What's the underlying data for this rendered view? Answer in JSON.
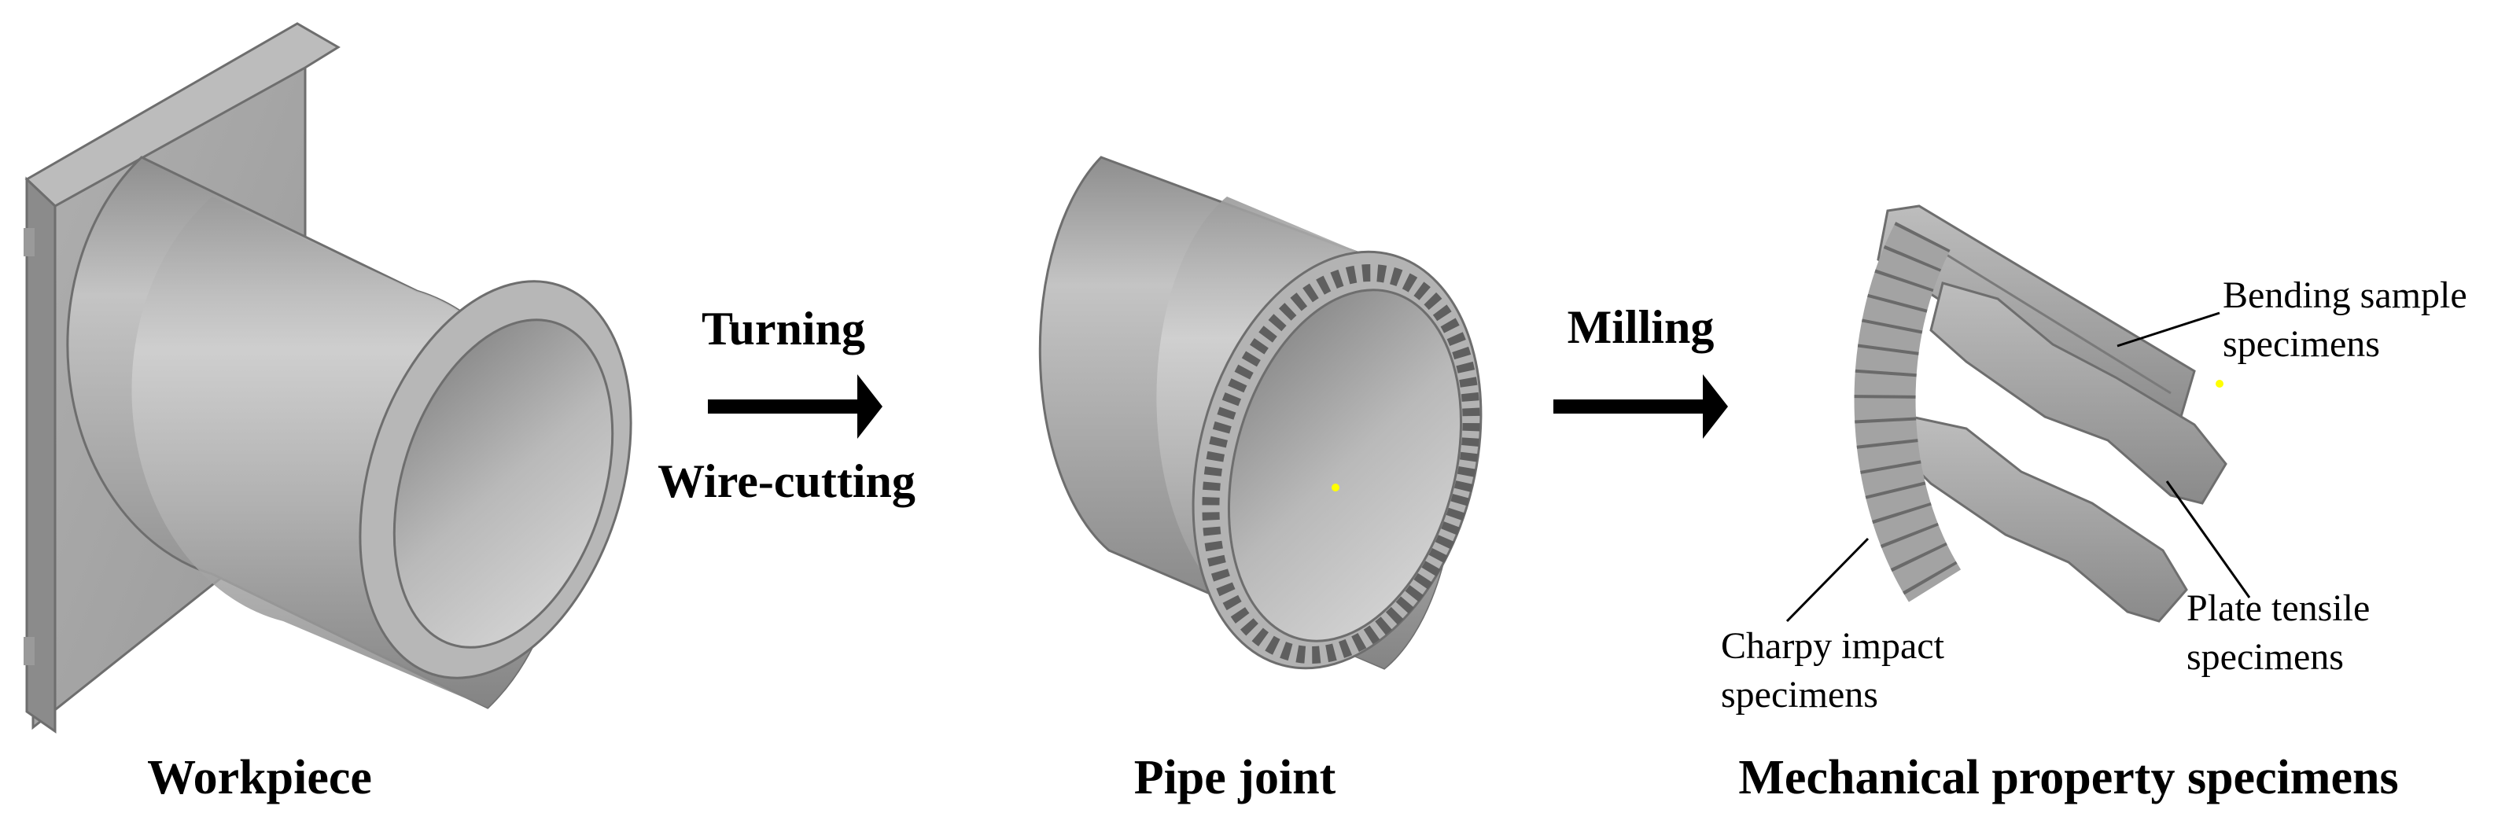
{
  "captions": {
    "workpiece": "Workpiece",
    "pipe_joint": "Pipe joint",
    "specimens": "Mechanical property specimens"
  },
  "steps": {
    "turning": "Turning",
    "wire_cutting": "Wire-cutting",
    "milling": "Milling"
  },
  "annotations": {
    "bending_line1": "Bending sample",
    "bending_line2": "specimens",
    "tensile_line1": "Plate tensile",
    "tensile_line2": "specimens",
    "charpy_line1": "Charpy impact",
    "charpy_line2": "specimens"
  },
  "colors": {
    "metal_light": "#c9c9c9",
    "metal_mid": "#a6a6a6",
    "metal_dark": "#7a7a7a",
    "arrow": "#000000",
    "marker": "#ffff00"
  }
}
